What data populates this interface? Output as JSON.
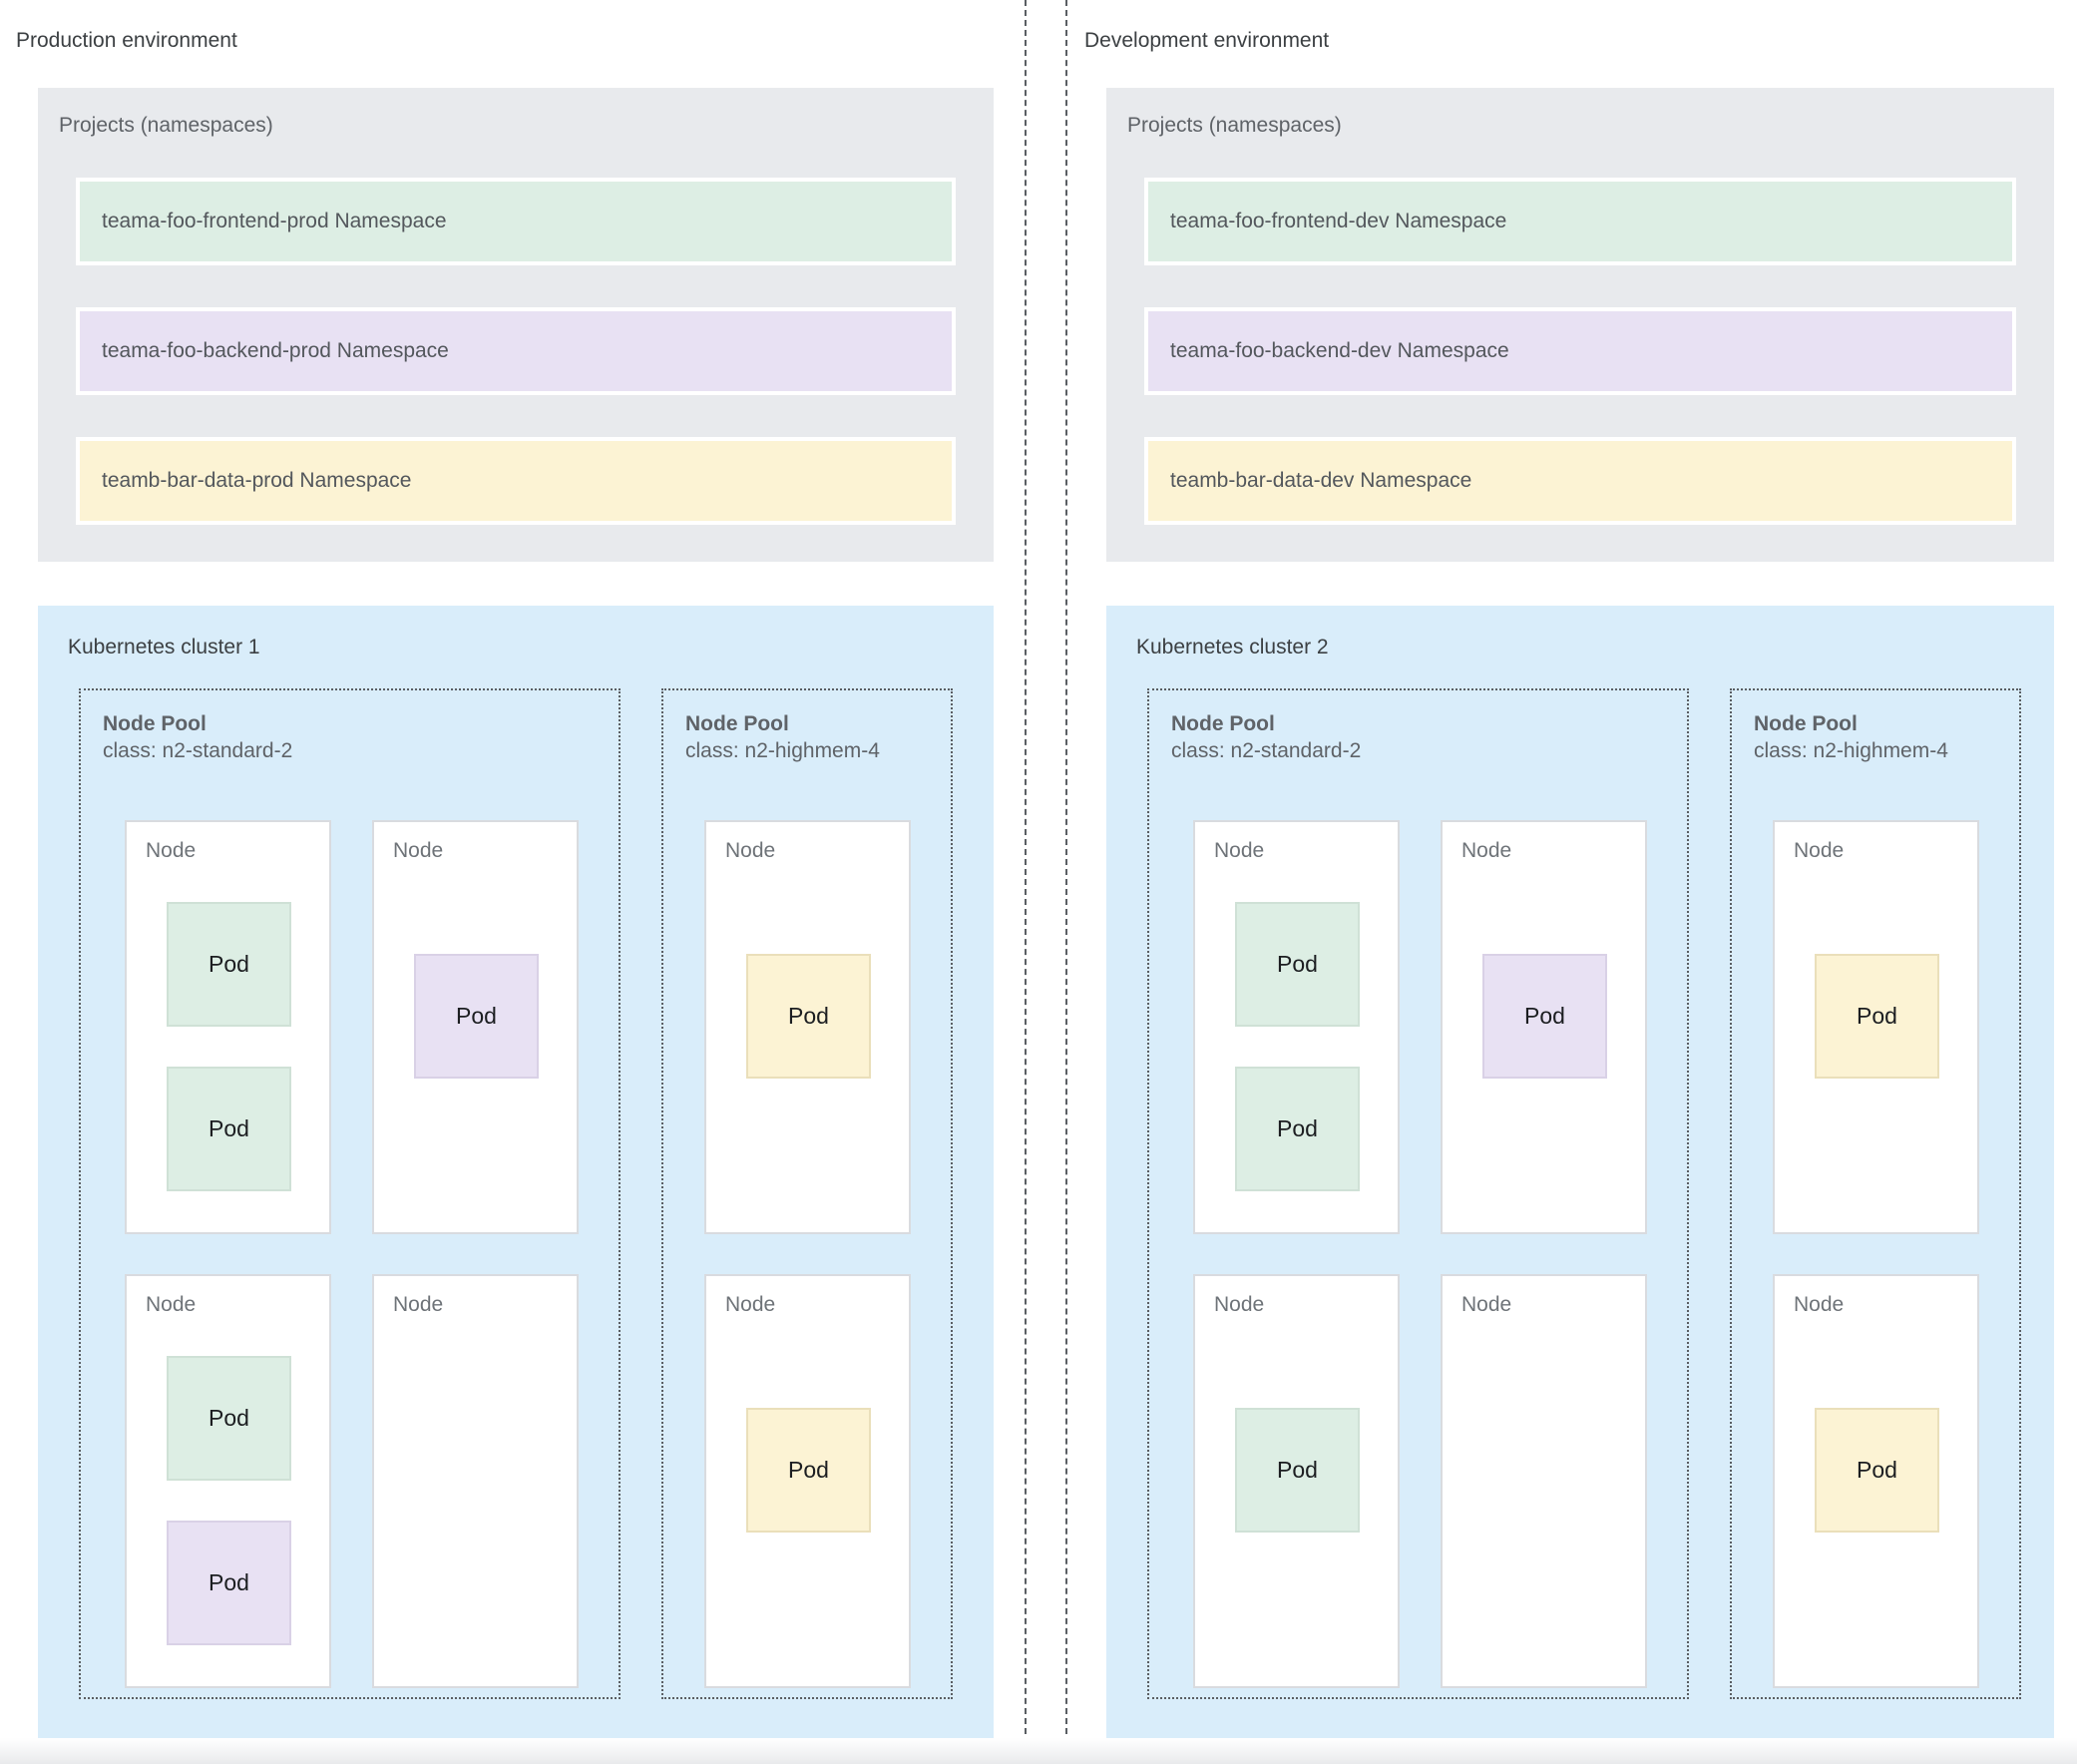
{
  "colors": {
    "cluster_background": "#d9edfa",
    "projects_background": "#e8eaed",
    "namespace_green": "#ddeee4",
    "namespace_purple": "#e8e1f3",
    "namespace_yellow": "#fcf3d4",
    "dashed_border": "#5a5e63"
  },
  "columns": [
    {
      "environment_label": "Production environment",
      "projects": {
        "title": "Projects (namespaces)",
        "namespaces": [
          {
            "label": "teama-foo-frontend-prod Namespace",
            "color": "green"
          },
          {
            "label": "teama-foo-backend-prod Namespace",
            "color": "purple"
          },
          {
            "label": "teamb-bar-data-prod Namespace",
            "color": "yellow"
          }
        ]
      },
      "cluster": {
        "title": "Kubernetes cluster 1",
        "node_pools": [
          {
            "title": "Node Pool",
            "class_label": "class: n2-standard-2",
            "nodes": [
              {
                "label": "Node",
                "pods": [
                  {
                    "label": "Pod",
                    "color": "green",
                    "slot": "top"
                  },
                  {
                    "label": "Pod",
                    "color": "green",
                    "slot": "bottom"
                  }
                ]
              },
              {
                "label": "Node",
                "pods": [
                  {
                    "label": "Pod",
                    "color": "purple",
                    "slot": "mid"
                  }
                ]
              },
              {
                "label": "Node",
                "pods": [
                  {
                    "label": "Pod",
                    "color": "green",
                    "slot": "top"
                  },
                  {
                    "label": "Pod",
                    "color": "purple",
                    "slot": "bottom"
                  }
                ]
              },
              {
                "label": "Node",
                "pods": []
              }
            ]
          },
          {
            "title": "Node Pool",
            "class_label": "class: n2-highmem-4",
            "nodes": [
              {
                "label": "Node",
                "pods": [
                  {
                    "label": "Pod",
                    "color": "yellow",
                    "slot": "mid"
                  }
                ]
              },
              {
                "label": "Node",
                "pods": [
                  {
                    "label": "Pod",
                    "color": "yellow",
                    "slot": "mid"
                  }
                ]
              }
            ]
          }
        ]
      }
    },
    {
      "environment_label": "Development environment",
      "projects": {
        "title": "Projects (namespaces)",
        "namespaces": [
          {
            "label": "teama-foo-frontend-dev Namespace",
            "color": "green"
          },
          {
            "label": "teama-foo-backend-dev Namespace",
            "color": "purple"
          },
          {
            "label": "teamb-bar-data-dev Namespace",
            "color": "yellow"
          }
        ]
      },
      "cluster": {
        "title": "Kubernetes cluster 2",
        "node_pools": [
          {
            "title": "Node Pool",
            "class_label": "class: n2-standard-2",
            "nodes": [
              {
                "label": "Node",
                "pods": [
                  {
                    "label": "Pod",
                    "color": "green",
                    "slot": "top"
                  },
                  {
                    "label": "Pod",
                    "color": "green",
                    "slot": "bottom"
                  }
                ]
              },
              {
                "label": "Node",
                "pods": [
                  {
                    "label": "Pod",
                    "color": "purple",
                    "slot": "mid"
                  }
                ]
              },
              {
                "label": "Node",
                "pods": [
                  {
                    "label": "Pod",
                    "color": "green",
                    "slot": "mid"
                  }
                ]
              },
              {
                "label": "Node",
                "pods": []
              }
            ]
          },
          {
            "title": "Node Pool",
            "class_label": "class: n2-highmem-4",
            "nodes": [
              {
                "label": "Node",
                "pods": [
                  {
                    "label": "Pod",
                    "color": "yellow",
                    "slot": "mid"
                  }
                ]
              },
              {
                "label": "Node",
                "pods": [
                  {
                    "label": "Pod",
                    "color": "yellow",
                    "slot": "mid"
                  }
                ]
              }
            ]
          }
        ]
      }
    }
  ]
}
